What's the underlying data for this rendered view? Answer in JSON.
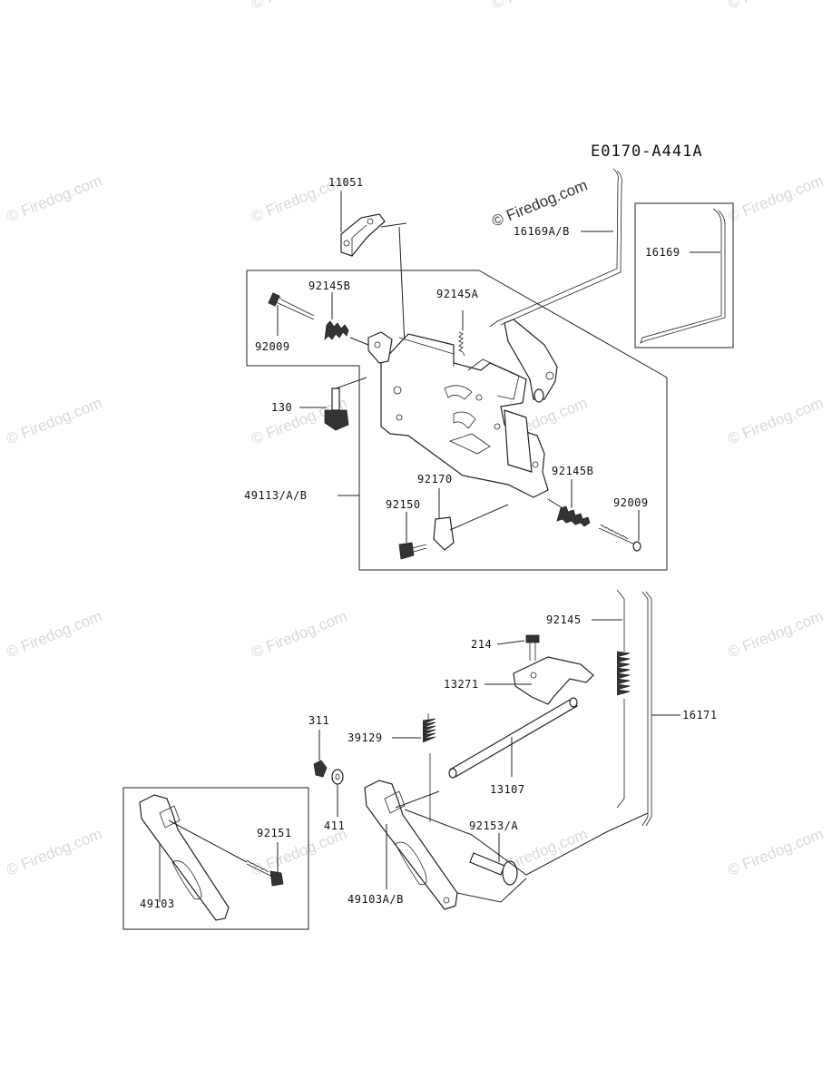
{
  "diagram_code": "E0170-A441A",
  "watermark": "© Firedog.com",
  "colors": {
    "line": "#222222",
    "watermark": "#d8d8d8",
    "background": "#ffffff"
  },
  "labels": {
    "p11051": "11051",
    "p16169ab": "16169A/B",
    "p16169": "16169",
    "p92145b_top": "92145B",
    "p92009_top": "92009",
    "p92145a": "92145A",
    "p130": "130",
    "p49113ab": "49113/A/B",
    "p92170": "92170",
    "p92150": "92150",
    "p92145b_bottom": "92145B",
    "p92009_bottom": "92009",
    "p92145": "92145",
    "p214": "214",
    "p13271": "13271",
    "p16171": "16171",
    "p311": "311",
    "p39129": "39129",
    "p13107": "13107",
    "p411": "411",
    "p92153a": "92153/A",
    "p92151": "92151",
    "p49103": "49103",
    "p49103ab": "49103A/B"
  }
}
